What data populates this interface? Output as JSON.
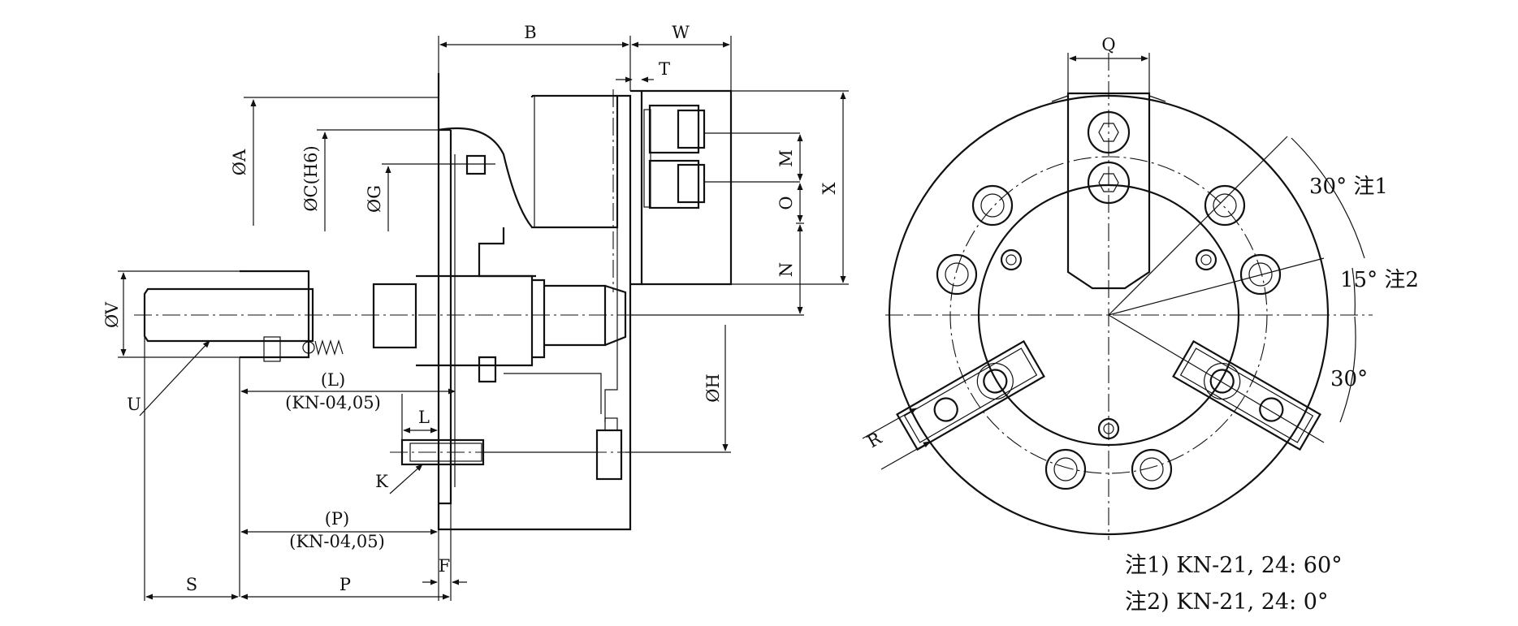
{
  "side_view": {
    "dims": {
      "B": "B",
      "W": "W",
      "T": "T",
      "A": "ØA",
      "C": "ØC(H6)",
      "G": "ØG",
      "M": "M",
      "O": "O",
      "N": "N",
      "X": "X",
      "V": "ØV",
      "H": "ØH",
      "U": "U",
      "L_paren": "(L)",
      "kn_note_1": "(KN-04,05)",
      "L": "L",
      "K": "K",
      "P_paren": "(P)",
      "kn_note_2": "(KN-04,05)",
      "F": "F",
      "S": "S",
      "P": "P"
    }
  },
  "front_view": {
    "dims": {
      "Q": "Q",
      "R": "R"
    },
    "angles": {
      "a1": "30° 注1",
      "a2": "15° 注2",
      "a3": "30°"
    }
  },
  "notes": {
    "note1": "注1) KN-21, 24: 60°",
    "note2": "注2) KN-21, 24: 0°"
  },
  "colors": {
    "line": "#111111",
    "background": "#ffffff"
  }
}
